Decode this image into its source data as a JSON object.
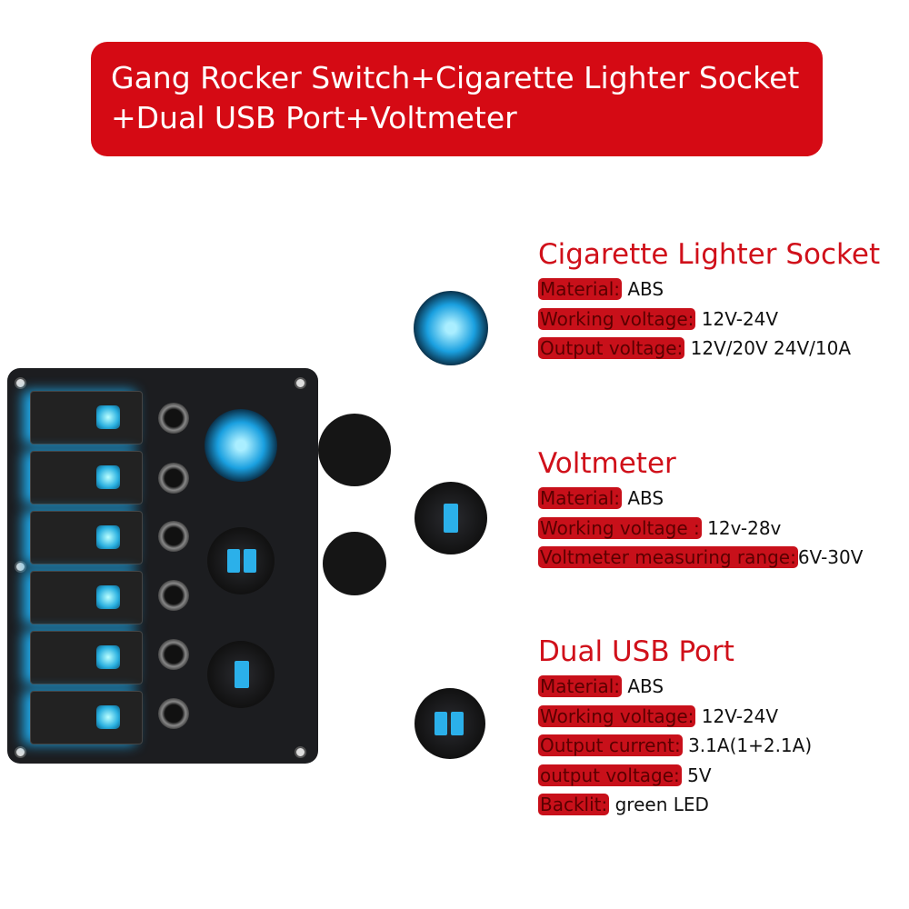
{
  "banner": {
    "line1": "Gang Rocker Switch+Cigarette Lighter Socket",
    "line2": "+Dual USB Port+Voltmeter"
  },
  "sections": [
    {
      "title": "Cigarette Lighter Socket",
      "specs": [
        {
          "label": "Material:",
          "value": " ABS"
        },
        {
          "label": "Working voltage:",
          "value": " 12V-24V"
        },
        {
          "label": "Output voltage:",
          "value": " 12V/20V  24V/10A"
        }
      ]
    },
    {
      "title": "Voltmeter",
      "specs": [
        {
          "label": "Material:",
          "value": " ABS"
        },
        {
          "label": "Working voltage :",
          "value": " 12v-28v"
        },
        {
          "label": "Voltmeter measuring range:",
          "value": "6V-30V"
        }
      ]
    },
    {
      "title": "Dual USB Port",
      "specs": [
        {
          "label": "Material:",
          "value": " ABS"
        },
        {
          "label": "Working voltage:",
          "value": " 12V-24V"
        },
        {
          "label": "Output current:",
          "value": " 3.1A(1+2.1A)"
        },
        {
          "label": "output voltage:",
          "value": " 5V"
        },
        {
          "label": "Backlit:",
          "value": " green LED"
        }
      ]
    }
  ],
  "colors": {
    "accent": "#d50a14",
    "backlight": "#2ab0e0"
  }
}
